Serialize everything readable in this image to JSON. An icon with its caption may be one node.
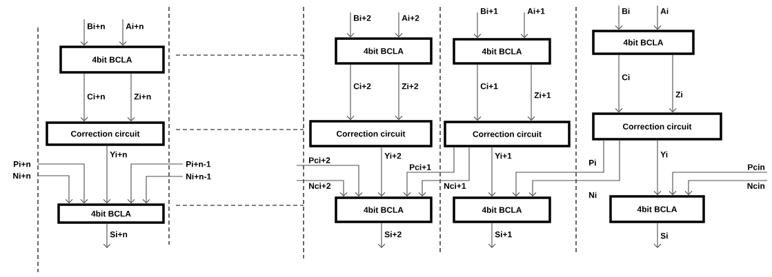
{
  "diagram": {
    "nodes": [
      {
        "text": [
          "4bit BCLA"
        ]
      },
      {
        "text": [
          "Correction circuit"
        ]
      },
      {
        "text": [
          "4bit BCLA"
        ]
      },
      {
        "text": [
          "4bit BCLA"
        ]
      },
      {
        "text": [
          "Correction circuit"
        ]
      },
      {
        "text": [
          "4bit BCLA"
        ]
      },
      {
        "text": [
          "4bit BCLA"
        ]
      },
      {
        "text": [
          "Correction circuit"
        ]
      },
      {
        "text": [
          "4bit BCLA"
        ]
      },
      {
        "text": [
          "4bit BCLA"
        ]
      },
      {
        "text": [
          "Correction circuit"
        ]
      },
      {
        "text": [
          "4bit BCLA"
        ]
      }
    ],
    "edges": [
      {
        "from": null,
        "to": 0,
        "arrow": "to",
        "label": "Bi+n"
      },
      {
        "from": null,
        "to": 0,
        "arrow": "to",
        "label": "Ai+n"
      },
      {
        "from": 0,
        "to": 1,
        "arrow": "to",
        "label": "Ci+n"
      },
      {
        "from": 0,
        "to": 1,
        "arrow": "to",
        "label": "Zi+n"
      },
      {
        "from": 1,
        "to": 2,
        "arrow": "to",
        "label": "Yi+n"
      },
      {
        "from": null,
        "to": 2,
        "arrow": "to",
        "label": "Pi+n"
      },
      {
        "from": null,
        "to": 2,
        "arrow": "to",
        "label": "Ni+n"
      },
      {
        "from": null,
        "to": 2,
        "arrow": "to",
        "label": "Pi+n-1"
      },
      {
        "from": null,
        "to": 2,
        "arrow": "to",
        "label": "Ni+n-1"
      },
      {
        "from": 2,
        "to": null,
        "arrow": "to",
        "label": "Si+n"
      },
      {
        "from": null,
        "to": 3,
        "arrow": "to",
        "label": "Bi+2"
      },
      {
        "from": null,
        "to": 3,
        "arrow": "to",
        "label": "Ai+2"
      },
      {
        "from": 3,
        "to": 4,
        "arrow": "to",
        "label": "Ci+2"
      },
      {
        "from": 3,
        "to": 4,
        "arrow": "to",
        "label": "Zi+2"
      },
      {
        "from": 4,
        "to": 5,
        "arrow": "to",
        "label": "Yi+2"
      },
      {
        "from": null,
        "to": 5,
        "arrow": "to",
        "label": "Pci+2"
      },
      {
        "from": null,
        "to": 5,
        "arrow": "to",
        "label": "Nci+2"
      },
      {
        "from": 7,
        "to": 5,
        "arrow": "to",
        "label": "Pci+1"
      },
      {
        "from": 7,
        "to": 5,
        "arrow": "to",
        "label": "Nci+1"
      },
      {
        "from": 5,
        "to": null,
        "arrow": "to",
        "label": "Si+2"
      },
      {
        "from": null,
        "to": 6,
        "arrow": "to",
        "label": "Bi+1"
      },
      {
        "from": null,
        "to": 6,
        "arrow": "to",
        "label": "Ai+1"
      },
      {
        "from": 6,
        "to": 7,
        "arrow": "to",
        "label": "Ci+1"
      },
      {
        "from": 6,
        "to": 7,
        "arrow": "to",
        "label": "Zi+1"
      },
      {
        "from": 7,
        "to": 8,
        "arrow": "to",
        "label": "Yi+1"
      },
      {
        "from": 10,
        "to": 8,
        "arrow": "to",
        "label": "Pi"
      },
      {
        "from": 10,
        "to": 8,
        "arrow": "to",
        "label": "Ni"
      },
      {
        "from": 8,
        "to": null,
        "arrow": "to",
        "label": "Si+1"
      },
      {
        "from": null,
        "to": 9,
        "arrow": "to",
        "label": "Bi"
      },
      {
        "from": null,
        "to": 9,
        "arrow": "to",
        "label": "Ai"
      },
      {
        "from": 9,
        "to": 10,
        "arrow": "to",
        "label": "Ci"
      },
      {
        "from": 9,
        "to": 10,
        "arrow": "to",
        "label": "Zi"
      },
      {
        "from": 10,
        "to": 11,
        "arrow": "to",
        "label": "Yi"
      },
      {
        "from": null,
        "to": 11,
        "arrow": "to",
        "label": "Pcin"
      },
      {
        "from": null,
        "to": 11,
        "arrow": "to",
        "label": "Ncin"
      },
      {
        "from": 11,
        "to": null,
        "arrow": "to",
        "label": "Si"
      }
    ]
  }
}
